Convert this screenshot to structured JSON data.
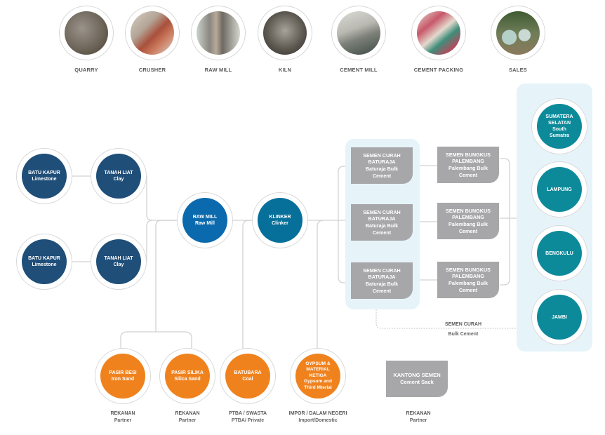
{
  "process_steps": [
    {
      "label": "QUARRY",
      "icon": "quarry-photo"
    },
    {
      "label": "CRUSHER",
      "icon": "crusher-photo"
    },
    {
      "label": "RAW MILL",
      "icon": "raw-mill-photo"
    },
    {
      "label": "KILN",
      "icon": "kiln-photo"
    },
    {
      "label": "CEMENT MILL",
      "icon": "cement-mill-photo"
    },
    {
      "label": "CEMENT PACKING",
      "icon": "cement-packing-photo"
    },
    {
      "label": "SALES",
      "icon": "sales-photo"
    }
  ],
  "raw_inputs": [
    {
      "title": "BATU KAPUR",
      "sub": "Limestone"
    },
    {
      "title": "TANAH LIAT",
      "sub": "Clay"
    },
    {
      "title": "BATU KAPUR",
      "sub": "Limestone"
    },
    {
      "title": "TANAH LIAT",
      "sub": "Clay"
    }
  ],
  "raw_mill": {
    "title": "RAW MILL",
    "sub": "Raw Mill"
  },
  "klinker": {
    "title": "KLINKER",
    "sub": "Clinker"
  },
  "bulk_cement": [
    {
      "l1": "SEMEN CURAH",
      "l2": "BATURAJA",
      "l3": "Baturaja Bulk",
      "l4": "Cement"
    },
    {
      "l1": "SEMEN CURAH",
      "l2": "BATURAJA",
      "l3": "Baturaja Bulk",
      "l4": "Cement"
    },
    {
      "l1": "SEMEN CURAH",
      "l2": "BATURAJA",
      "l3": "Baturaja Bulk",
      "l4": "Cement"
    }
  ],
  "bagged_cement": [
    {
      "l1": "SEMEN BUNGKUS",
      "l2": "PALEMBANG",
      "l3": "Palembang Bulk",
      "l4": "Cement"
    },
    {
      "l1": "SEMEN BUNGKUS",
      "l2": "PALEMBANG",
      "l3": "Palembang Bulk",
      "l4": "Cement"
    },
    {
      "l1": "SEMEN BUNGKUS",
      "l2": "PALEMBANG",
      "l3": "Palembang Bulk",
      "l4": "Cement"
    }
  ],
  "regions": [
    {
      "l1": "SUMATERA",
      "l2": "SELATAN",
      "l3": "South",
      "l4": "Sumatra"
    },
    {
      "l1": "LAMPUNG"
    },
    {
      "l1": "BENGKULU"
    },
    {
      "l1": "JAMBI"
    }
  ],
  "bulk_route_label": {
    "title": "SEMEN CURAH",
    "sub": "Bulk Cement"
  },
  "additives": [
    {
      "title": "PASIR BESI",
      "sub": "Iron Sand",
      "cap1": "REKANAN",
      "cap2": "Partner"
    },
    {
      "title": "PASIR SILIKA",
      "sub": "Silica Sand",
      "cap1": "REKANAN",
      "cap2": "Partner"
    },
    {
      "title": "BATUBARA",
      "sub": "Coal",
      "cap1": "PTBA / SWASTA",
      "cap2": "PTBA/ Private"
    },
    {
      "l1": "GYPSUM &",
      "l2": "MATERIAL",
      "l3": "KETIGA",
      "l4": "Gypsum and",
      "l5": "Third Mterial",
      "cap1": "IMPOR / DALAM NEGERI",
      "cap2": "Import/Domestic"
    }
  ],
  "cement_sack": {
    "title": "KANTONG SEMEN",
    "sub": "Cement Sack",
    "cap1": "REKANAN",
    "cap2": "Partner"
  },
  "colors": {
    "navy": "#1f4e79",
    "raw_mill_blue": "#0b6aad",
    "clinker_teal": "#07709a",
    "orange": "#f0821e",
    "region_teal": "#0c8a9a",
    "grey_box": "#a7a7a9",
    "panel": "#e6f4fa"
  }
}
